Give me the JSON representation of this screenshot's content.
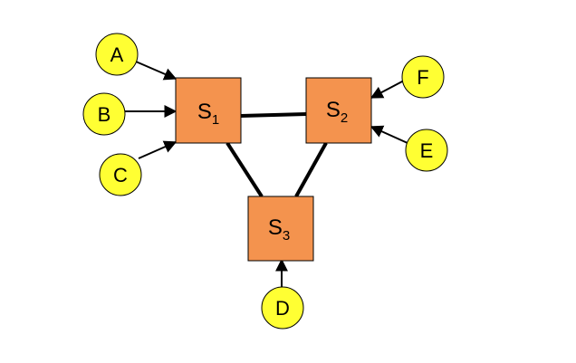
{
  "colors": {
    "switch_fill": "#F4934E",
    "switch_stroke": "#000000",
    "host_fill": "#FFFF33",
    "host_stroke": "#000000",
    "link": "#000000"
  },
  "switches": [
    {
      "id": "s1",
      "base": "S",
      "sub": "1"
    },
    {
      "id": "s2",
      "base": "S",
      "sub": "2"
    },
    {
      "id": "s3",
      "base": "S",
      "sub": "3"
    }
  ],
  "hosts": [
    {
      "id": "a",
      "label": "A",
      "attached_to": "s1"
    },
    {
      "id": "b",
      "label": "B",
      "attached_to": "s1"
    },
    {
      "id": "c",
      "label": "C",
      "attached_to": "s1"
    },
    {
      "id": "f",
      "label": "F",
      "attached_to": "s2"
    },
    {
      "id": "e",
      "label": "E",
      "attached_to": "s2"
    },
    {
      "id": "d",
      "label": "D",
      "attached_to": "s3"
    }
  ],
  "links": [
    {
      "from": "s1",
      "to": "s2"
    },
    {
      "from": "s1",
      "to": "s3"
    },
    {
      "from": "s2",
      "to": "s3"
    }
  ]
}
